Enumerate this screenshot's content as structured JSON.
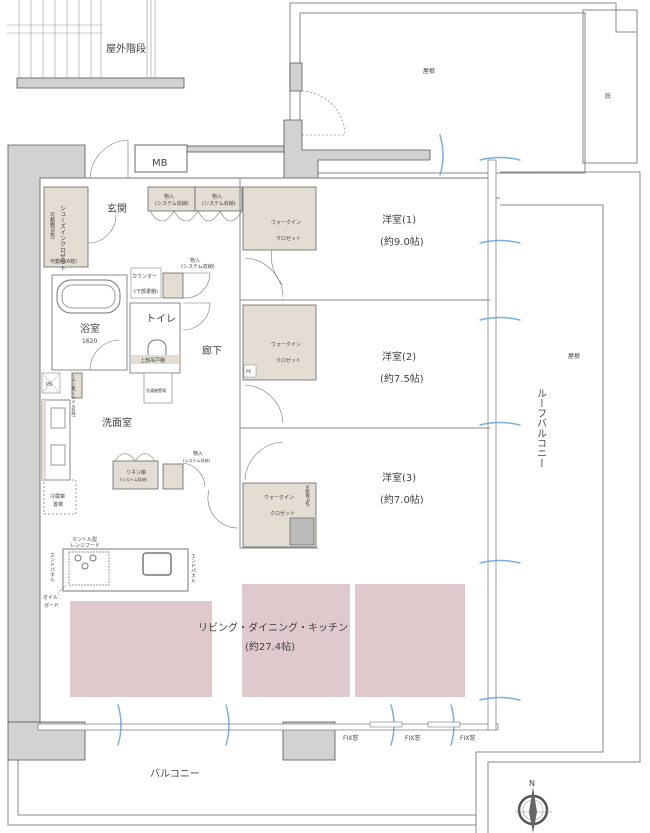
{
  "colors": {
    "ldk_highlight": "#dfc9cc",
    "storage": "#e3ddd3",
    "wall": "#d2d2d2",
    "airflow_warm": "#f0a868",
    "airflow_cool": "#5b9bd5"
  },
  "exterior": {
    "stairs": "屋外階段",
    "roof_top": "屋根",
    "eave": "庇",
    "roof_right": "屋根",
    "roof_balcony": "ルーフバルコニー",
    "balcony": "バルコニー",
    "compass_north": "N"
  },
  "rooms": {
    "mb": "MB",
    "entrance": "玄関",
    "storage_a": {
      "name": "物入",
      "note": "(システム収納)"
    },
    "storage_b": {
      "name": "物入",
      "note": "(システム収納)"
    },
    "shoes_closet": "シューズインクロゼット",
    "movable_shelf_6_v": "可動棚(6枚)",
    "movable_shelf_6_h": "可動棚(6枚)",
    "counter": "カウンター",
    "counter_note": "(下部書棚)",
    "storage_c": {
      "name": "物入",
      "note": "(システム収納)"
    },
    "bath": {
      "name": "浴室",
      "size": "1620"
    },
    "toilet": "トイレ",
    "upper_cabinet": "上部吊戸棚",
    "hallway": "廊下",
    "ps1": "PS",
    "ps2": "PS",
    "linen_v": "リネン庫(システム収納)",
    "washer": "洗濯機置場",
    "washroom": "洗面室",
    "storage_d": {
      "name": "物入",
      "note": "(システム収納)"
    },
    "linen_h": {
      "name": "リネン庫",
      "note": "(システム収納)"
    },
    "fridge": {
      "line1": "冷蔵庫",
      "line2": "置場"
    },
    "range_hood": {
      "line1": "マントル型",
      "line2": "レンジフード"
    },
    "end_panel_left": "エンドパネル",
    "end_panel_right": "エンドパネル",
    "oil_guard": {
      "line1": "オイル",
      "line2": "ガード"
    },
    "ldk": {
      "name": "リビング・ダイニング・キッチン",
      "size": "(約27.4帖)"
    },
    "western1": {
      "name": "洋室(1)",
      "size": "(約9.0帖)",
      "wic1": "ウォークイン",
      "wic2": "クロゼット"
    },
    "western2": {
      "name": "洋室(2)",
      "size": "(約7.5帖)",
      "wic1": "ウォークイン",
      "wic2": "クロゼット"
    },
    "western3": {
      "name": "洋室(3)",
      "size": "(約7.0帖)",
      "wic1": "ウォークイン",
      "wic2": "クロゼット",
      "shelf": "可動棚(4枚)"
    },
    "fix_windows": [
      "FIX窓",
      "FIX窓",
      "FIX窓"
    ]
  }
}
